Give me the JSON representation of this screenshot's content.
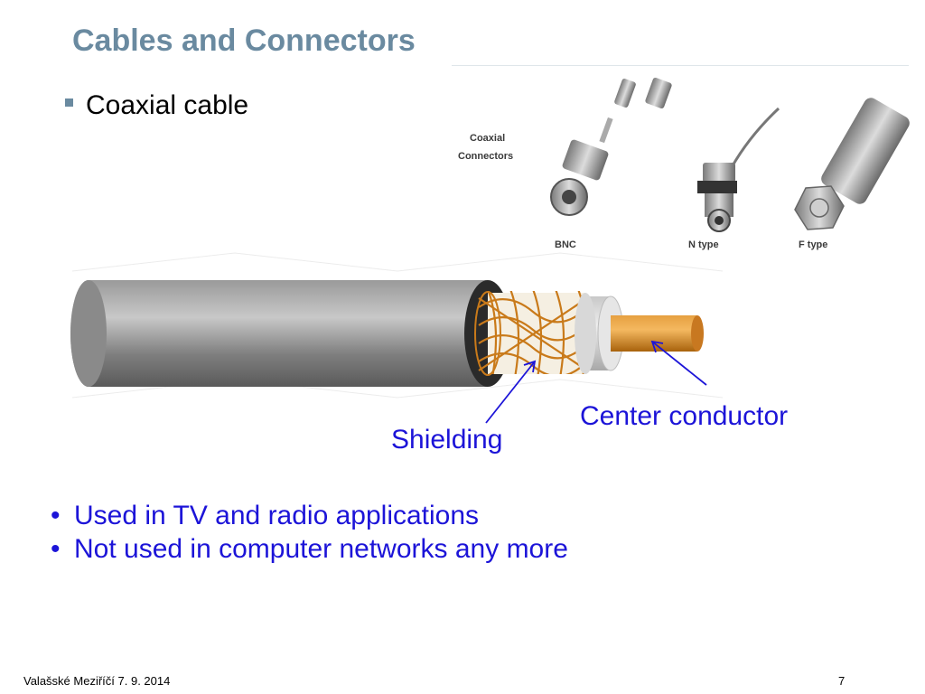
{
  "slide": {
    "title": "Cables and Connectors",
    "subtitle": "Coaxial cable",
    "bullets": [
      "Used in TV and radio applications",
      "Not used in computer networks any more"
    ],
    "footer": "Valašské Meziříčí 7. 9. 2014",
    "page_number": "7"
  },
  "diagram": {
    "labels": {
      "shielding": "Shielding",
      "center_conductor": "Center conductor"
    },
    "connectors_photo": {
      "heading_line1": "Coaxial",
      "heading_line2": "Connectors",
      "bnc": "BNC",
      "n_type": "N type",
      "f_type": "F type"
    }
  },
  "colors": {
    "title": "#6a8aa0",
    "accent_text": "#1c14d8",
    "copper": "#d98a1c"
  }
}
